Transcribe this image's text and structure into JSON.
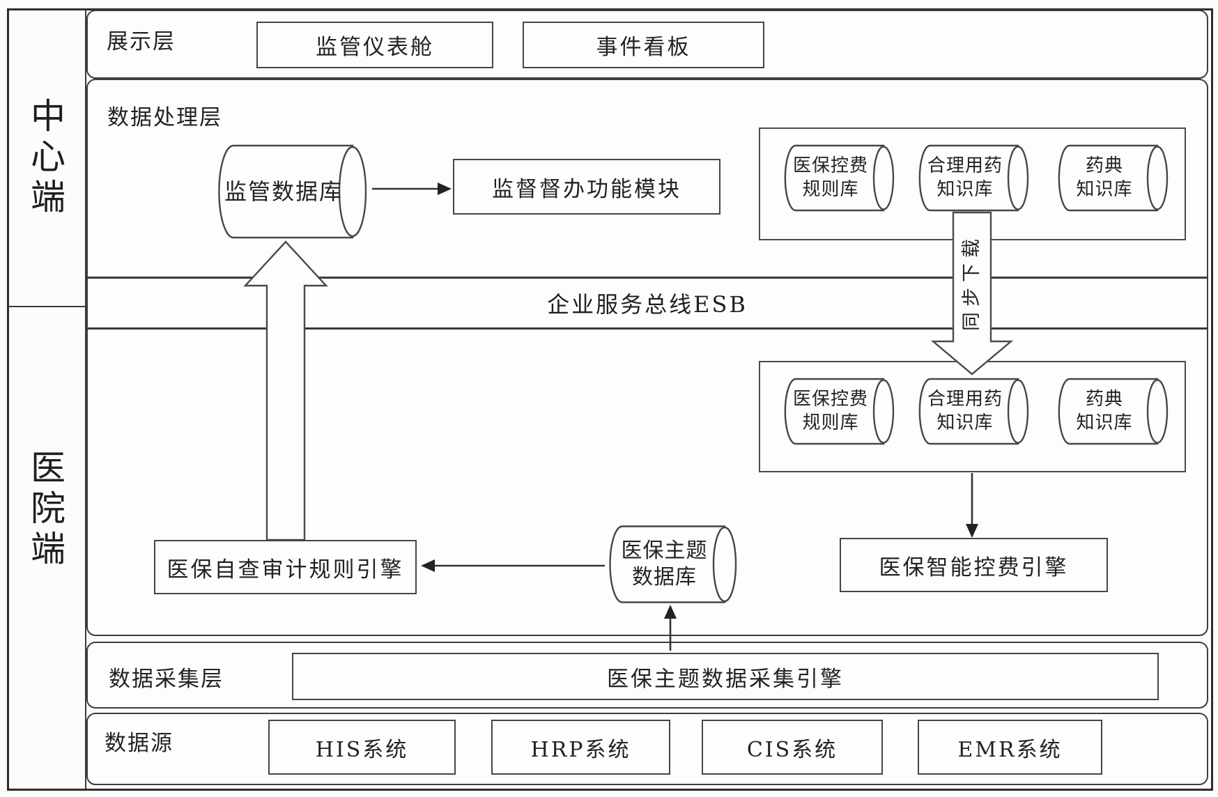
{
  "rail": {
    "center": "中心端",
    "hospital": "医院端"
  },
  "layers": {
    "display": {
      "label": "展示层",
      "items": [
        "监管仪表舱",
        "事件看板"
      ]
    },
    "processing": {
      "label": "数据处理层"
    },
    "esb": {
      "label": "企业服务总线ESB"
    },
    "collection": {
      "label": "数据采集层",
      "engine": "医保主题数据采集引擎"
    },
    "source": {
      "label": "数据源",
      "systems": [
        "HIS系统",
        "HRP系统",
        "CIS系统",
        "EMR系统"
      ]
    }
  },
  "center_side": {
    "db": "监管数据库",
    "module": "监督督办功能模块"
  },
  "knowledge_libs": [
    {
      "line1": "医保控费",
      "line2": "规则库"
    },
    {
      "line1": "合理用药",
      "line2": "知识库"
    },
    {
      "line1": "药典",
      "line2": "知识库"
    }
  ],
  "hospital_side": {
    "audit_engine": "医保自查审计规则引擎",
    "theme_db": {
      "line1": "医保主题",
      "line2": "数据库"
    },
    "cost_engine": "医保智能控费引擎"
  },
  "arrows": {
    "sync_label": "同步下载"
  },
  "colors": {
    "line": "#3d3d3d",
    "background": "#fcfcfb"
  }
}
